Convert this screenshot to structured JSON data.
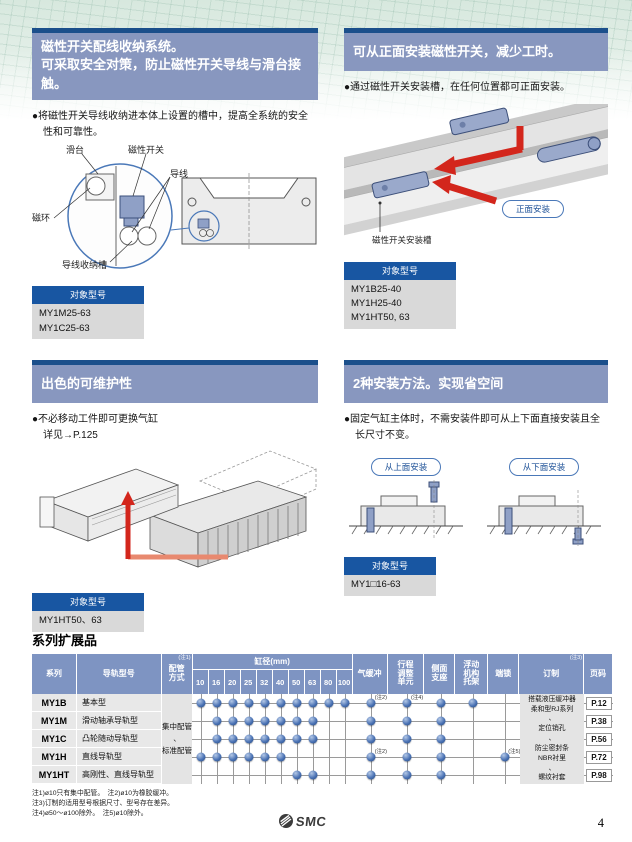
{
  "page": {
    "number": "4",
    "brand": "SMC"
  },
  "common": {
    "target_model_label": "对象型号"
  },
  "sections": {
    "wiring": {
      "title": "磁性开关配线收纳系统。\n可采取安全对策，防止磁性开关导线与滑台接触。",
      "bullet": "●将磁性开关导线收纳进本体上设置的槽中，提高全系统的安全性和可靠性。",
      "labels": {
        "slide_table": "滑台",
        "auto_switch": "磁性开关",
        "lead_wire": "导线",
        "magnet": "磁环",
        "wire_groove": "导线收纳槽"
      },
      "models": [
        "MY1M25-63",
        "MY1C25-63"
      ]
    },
    "front_mount": {
      "title": "可从正面安装磁性开关，减少工时。",
      "bullet": "●通过磁性开关安装槽，在任何位置都可正面安装。",
      "badge": "正面安装",
      "groove_label": "磁性开关安装槽",
      "models": [
        "MY1B25-40",
        "MY1H25-40",
        "MY1HT50, 63"
      ]
    },
    "maintenance": {
      "title": "出色的可维护性",
      "bullet": "●不必移动工件即可更换气缸\n详见→P.125",
      "models": [
        "MY1HT50、63"
      ]
    },
    "mounting": {
      "title": "2种安装方法。实现省空间",
      "bullet": "●固定气缸主体时，不需安装件即可从上下面直接安装且全长尺寸不变。",
      "badge_top": "从上面安装",
      "badge_bottom": "从下面安装",
      "models": [
        "MY1□16-63"
      ]
    }
  },
  "table": {
    "title": "系列扩展品",
    "header": {
      "series": "系列",
      "guide": "导轨型号",
      "piping": "配管\n方式",
      "piping_note": "(注1)",
      "bore": "缸径(mm)",
      "cushion": "气缓冲",
      "stroke": "行程\n调整\n单元",
      "side": "侧面\n支座",
      "floating": "浮动\n机构\n托架",
      "endlock": "端锁",
      "order": "订制",
      "order_note": "(注3)",
      "page": "页码"
    },
    "bores": [
      10,
      16,
      20,
      25,
      32,
      40,
      50,
      63,
      80,
      100
    ],
    "piping_text": "集中配管\n、\n标准配管",
    "order_text": "搭载液压缓冲器\n柔和型RJ系列\n、\n定位销孔\n、\n防尘密封条\nNBR衬里\n、\n螺纹衬套",
    "rows": [
      {
        "series": "MY1B",
        "guide": "基本型",
        "bores": [
          10,
          16,
          20,
          25,
          32,
          40,
          50,
          63,
          80,
          100
        ],
        "features": {
          "cushion": {
            "dot": true,
            "note": "(注2)"
          },
          "stroke": {
            "dot": true,
            "note": "(注4)"
          },
          "side": {
            "dot": true
          },
          "floating": {
            "dot": true
          }
        },
        "page": "P.12"
      },
      {
        "series": "MY1M",
        "guide": "滑动轴承导轨型",
        "bores": [
          16,
          20,
          25,
          32,
          40,
          50,
          63
        ],
        "features": {
          "cushion": {
            "dot": true
          },
          "stroke": {
            "dot": true
          },
          "side": {
            "dot": true
          }
        },
        "page": "P.38"
      },
      {
        "series": "MY1C",
        "guide": "凸轮随动导轨型",
        "bores": [
          16,
          20,
          25,
          32,
          40,
          50,
          63
        ],
        "features": {
          "cushion": {
            "dot": true
          },
          "stroke": {
            "dot": true
          },
          "side": {
            "dot": true
          }
        },
        "page": "P.56"
      },
      {
        "series": "MY1H",
        "guide": "直线导轨型",
        "bores": [
          10,
          16,
          20,
          25,
          32,
          40
        ],
        "features": {
          "cushion": {
            "dot": true,
            "note": "(注2)"
          },
          "stroke": {
            "dot": true
          },
          "side": {
            "dot": true
          },
          "endlock": {
            "dot": true,
            "note": "(注5)"
          }
        },
        "page": "P.72"
      },
      {
        "series": "MY1HT",
        "guide": "高刚性、直线导轨型",
        "bores": [
          50,
          63
        ],
        "features": {
          "cushion": {
            "dot": true
          },
          "stroke": {
            "dot": true
          },
          "side": {
            "dot": true
          }
        },
        "page": "P.98"
      }
    ]
  },
  "footnotes": "注1)ø10只有集中配管。　注2)ø10为橡胶缓冲。\n注3)订制的适用型号根据尺寸、型号存在差异。\n注4)ø50～ø100除外。　注5)ø10除外。"
}
